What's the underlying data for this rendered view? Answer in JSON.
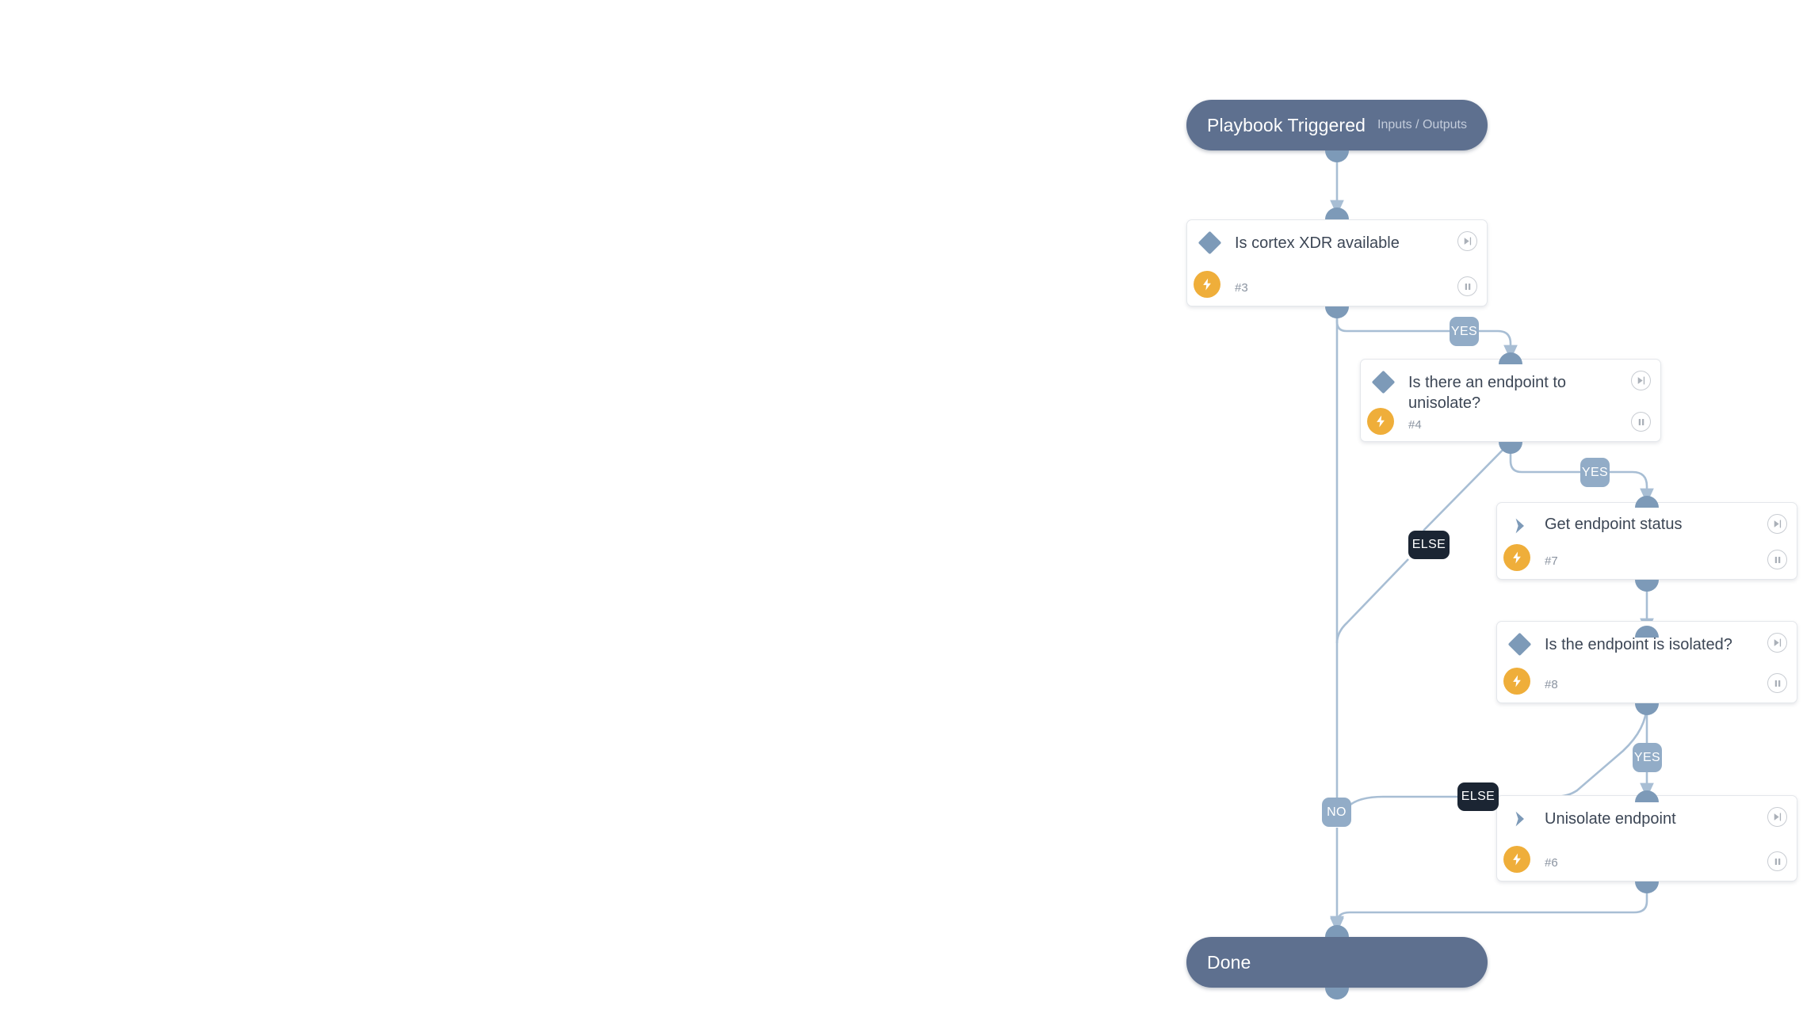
{
  "canvas": {
    "background": "#ffffff",
    "edge_color": "#A8BED4",
    "accent_blue": "#7D9AB8",
    "terminal_color": "#5E708F",
    "badge_color": "#EFAE3A",
    "else_label_color": "#1B2533",
    "yes_label_color": "#92ACC7"
  },
  "start_node": {
    "title": "Playbook Triggered",
    "subtitle": "Inputs / Outputs"
  },
  "end_node": {
    "title": "Done"
  },
  "nodes": [
    {
      "id": "task-3",
      "title": "Is cortex XDR available",
      "number": "#3",
      "icon": "diamond-icon",
      "type": "condition"
    },
    {
      "id": "task-4",
      "title": "Is there an endpoint to unisolate?",
      "number": "#4",
      "icon": "diamond-icon",
      "type": "condition"
    },
    {
      "id": "task-7",
      "title": "Get endpoint status",
      "number": "#7",
      "icon": "chevron-icon",
      "type": "action"
    },
    {
      "id": "task-8",
      "title": "Is the endpoint is isolated?",
      "number": "#8",
      "icon": "diamond-icon",
      "type": "condition"
    },
    {
      "id": "task-6",
      "title": "Unisolate endpoint",
      "number": "#6",
      "icon": "chevron-icon",
      "type": "action"
    }
  ],
  "edge_labels": {
    "yes_1": "YES",
    "yes_2": "YES",
    "yes_3": "YES",
    "else_1": "ELSE",
    "else_2": "ELSE",
    "no_1": "NO"
  },
  "controls": {
    "skip_label": "skip-forward",
    "pause_label": "pause"
  }
}
